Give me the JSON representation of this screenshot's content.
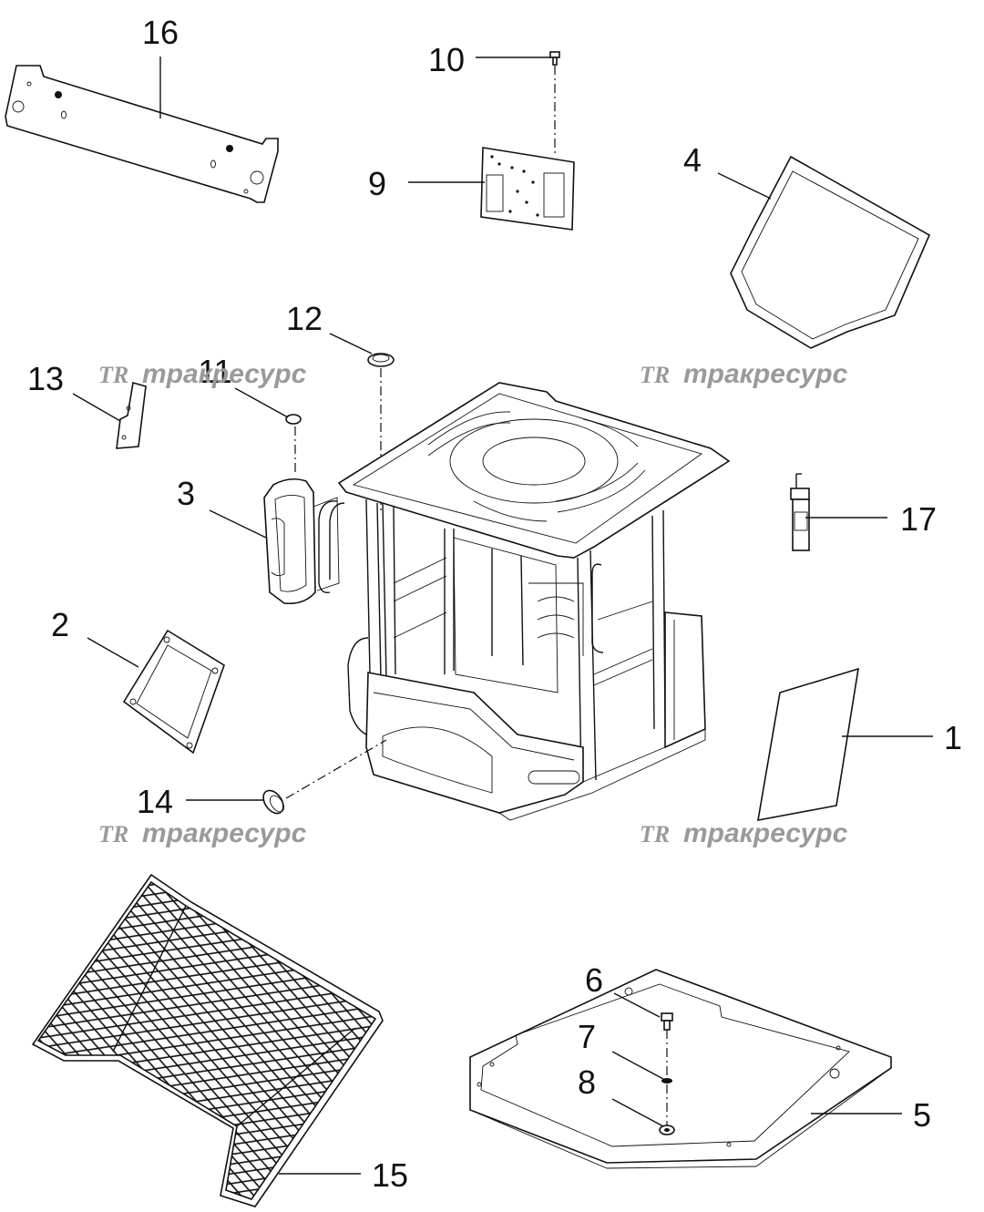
{
  "callouts": {
    "c1": "1",
    "c2": "2",
    "c3": "3",
    "c4": "4",
    "c5": "5",
    "c6": "6",
    "c7": "7",
    "c8": "8",
    "c9": "9",
    "c10": "10",
    "c11": "11",
    "c12": "12",
    "c13": "13",
    "c14": "14",
    "c15": "15",
    "c16": "16",
    "c17": "17"
  },
  "watermark": {
    "logo": "TR",
    "text": "тракресурс",
    "color": "#9a9a9a"
  }
}
